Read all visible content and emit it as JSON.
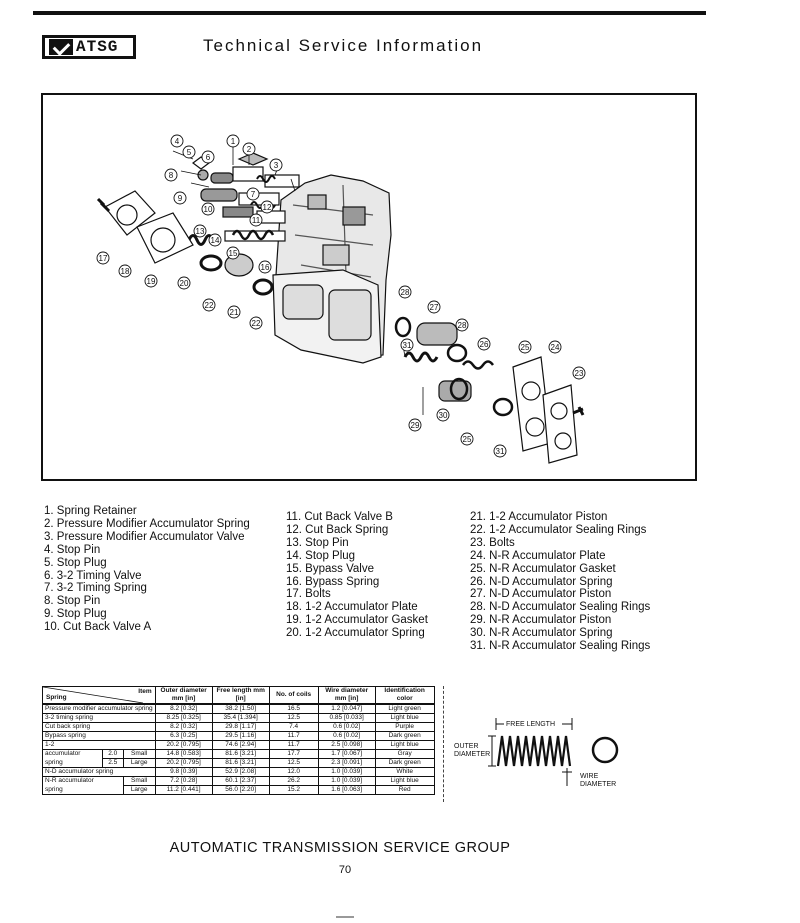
{
  "header": {
    "logo_text": "ATSG",
    "title": "Technical Service Information"
  },
  "diagram": {
    "callouts": [
      "1",
      "2",
      "3",
      "4",
      "5",
      "6",
      "7",
      "8",
      "9",
      "10",
      "11",
      "12",
      "13",
      "14",
      "15",
      "16",
      "17",
      "18",
      "19",
      "20",
      "21",
      "22",
      "22",
      "23",
      "24",
      "25",
      "26",
      "27",
      "28",
      "29",
      "30",
      "31",
      "31",
      "25",
      "28"
    ]
  },
  "legend": {
    "col1": [
      "1. Spring Retainer",
      "2. Pressure Modifier Accumulator Spring",
      "3. Pressure Modifier Accumulator Valve",
      "4. Stop Pin",
      "5. Stop Plug",
      "6. 3-2 Timing Valve",
      "7. 3-2 Timing Spring",
      "8. Stop Pin",
      "9. Stop Plug",
      "10. Cut Back Valve A"
    ],
    "col2": [
      "11. Cut Back Valve B",
      "12. Cut Back Spring",
      "13. Stop Pin",
      "14. Stop Plug",
      "15. Bypass Valve",
      "16. Bypass Spring",
      "17. Bolts",
      "18. 1-2 Accumulator Plate",
      "19. 1-2 Accumulator Gasket",
      "20. 1-2 Accumulator Spring"
    ],
    "col3": [
      "21. 1-2 Accumulator Piston",
      "22. 1-2 Accumulator Sealing Rings",
      "23. Bolts",
      "24. N-R Accumulator Plate",
      "25. N-R Accumulator Gasket",
      "26. N-D Accumulator Spring",
      "27. N-D Accumulator Piston",
      "28. N-D Accumulator Sealing Rings",
      "29. N-R Accumulator Piston",
      "30. N-R Accumulator Spring",
      "31. N-R Accumulator Sealing Rings"
    ]
  },
  "spec_table": {
    "header_item": "Item",
    "header_spring": "Spring",
    "columns": [
      "Outer diameter mm [in]",
      "Free length mm [in]",
      "No. of coils",
      "Wire diameter mm [in]",
      "Identification color"
    ],
    "rows": [
      {
        "name": "Pressure modifier accumulator spring",
        "od": "8.2 [0.32]",
        "fl": "38.2 [1.50]",
        "coils": "16.5",
        "wire": "1.2 [0.047]",
        "color": "Light green"
      },
      {
        "name": "3-2 timing spring",
        "od": "8.25 [0.325]",
        "fl": "35.4 [1.394]",
        "coils": "12.5",
        "wire": "0.85 [0.033]",
        "color": "Light blue"
      },
      {
        "name": "Cut back spring",
        "od": "8.2 [0.32]",
        "fl": "29.8 [1.17]",
        "coils": "7.4",
        "wire": "0.6 [0.02]",
        "color": "Purple"
      },
      {
        "name": "Bypass spring",
        "od": "6.3 [0.25]",
        "fl": "29.5 [1.16]",
        "coils": "11.7",
        "wire": "0.6 [0.02]",
        "color": "Dark green"
      },
      {
        "name": "1-2",
        "od": "20.2 [0.795]",
        "fl": "74.6 [2.94]",
        "coils": "11.7",
        "wire": "2.5 [0.098]",
        "color": "Light blue"
      },
      {
        "name": "accumulator",
        "sub": "2.0",
        "size": "Small",
        "od": "14.8 [0.583]",
        "fl": "81.6 [3.21]",
        "coils": "17.7",
        "wire": "1.7 [0.067]",
        "color": "Gray"
      },
      {
        "name": "spring",
        "sub": "2.5",
        "size": "Large",
        "od": "20.2 [0.795]",
        "fl": "81.6 [3.21]",
        "coils": "12.5",
        "wire": "2.3 [0.091]",
        "color": "Dark green"
      },
      {
        "name": "N-D accumulator spring",
        "od": "9.8 [0.39]",
        "fl": "52.9 [2.08]",
        "coils": "12.0",
        "wire": "1.0 [0.039]",
        "color": "White"
      },
      {
        "name": "N-R accumulator",
        "size": "Small",
        "od": "7.2 [0.28]",
        "fl": "60.1 [2.37]",
        "coils": "26.2",
        "wire": "1.0 [0.039]",
        "color": "Light blue"
      },
      {
        "name": "spring",
        "size": "Large",
        "od": "11.2 [0.441]",
        "fl": "56.0 [2.20]",
        "coils": "15.2",
        "wire": "1.6 [0.063]",
        "color": "Red"
      }
    ]
  },
  "spring_diagram": {
    "free_length": "FREE LENGTH",
    "outer": "OUTER",
    "diameter": "DIAMETER",
    "wire": "WIRE",
    "wire_diameter": "DIAMETER"
  },
  "footer": {
    "org": "AUTOMATIC TRANSMISSION SERVICE GROUP",
    "page": "70"
  }
}
